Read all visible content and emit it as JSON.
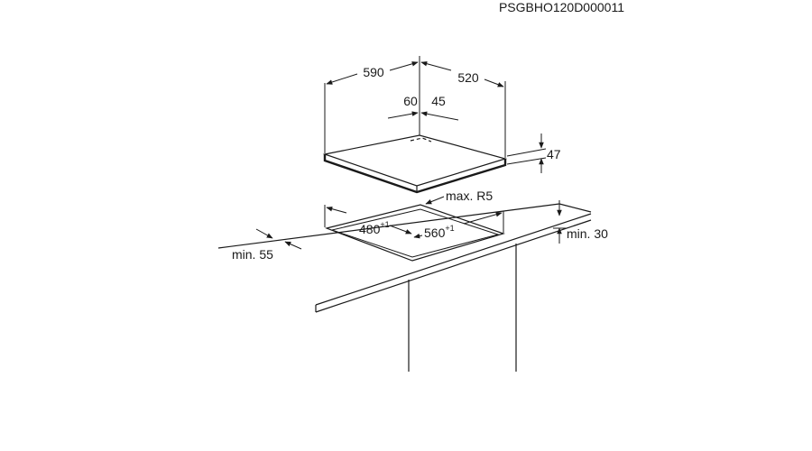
{
  "document_code": "PSGBHO120D000011",
  "dimensions": {
    "width": "590",
    "depth": "520",
    "gas_offset_left": "60",
    "gas_offset_right": "45",
    "height": "47",
    "cutout_depth": "480",
    "cutout_depth_tolerance": "+1",
    "cutout_width": "560",
    "cutout_width_tolerance": "+1",
    "corner_radius": "max. R5",
    "min_front_distance": "min. 55",
    "min_worktop_thickness": "min. 30"
  },
  "colors": {
    "ink": "#1a1a1a",
    "background": "#ffffff"
  }
}
